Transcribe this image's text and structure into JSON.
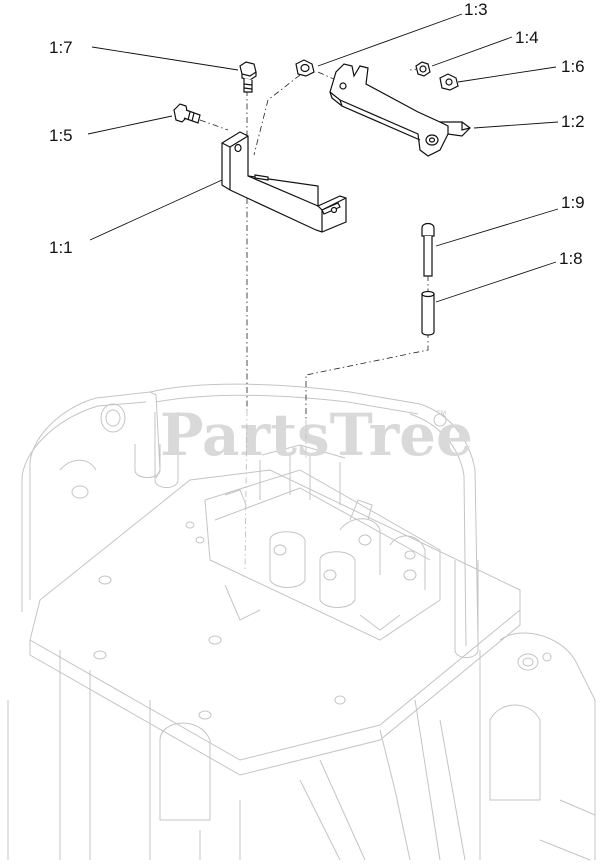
{
  "watermark": {
    "text": "PartsTree",
    "trademark": "™"
  },
  "callouts": [
    {
      "id": "c13",
      "label": "1:3"
    },
    {
      "id": "c17",
      "label": "1:7"
    },
    {
      "id": "c14",
      "label": "1:4"
    },
    {
      "id": "c16",
      "label": "1:6"
    },
    {
      "id": "c15",
      "label": "1:5"
    },
    {
      "id": "c12",
      "label": "1:2"
    },
    {
      "id": "c19",
      "label": "1:9"
    },
    {
      "id": "c11",
      "label": "1:1"
    },
    {
      "id": "c18",
      "label": "1:8"
    }
  ],
  "colors": {
    "line": "#111111",
    "background_part": "#c4c4c4",
    "watermark": "#d9d9d9"
  }
}
